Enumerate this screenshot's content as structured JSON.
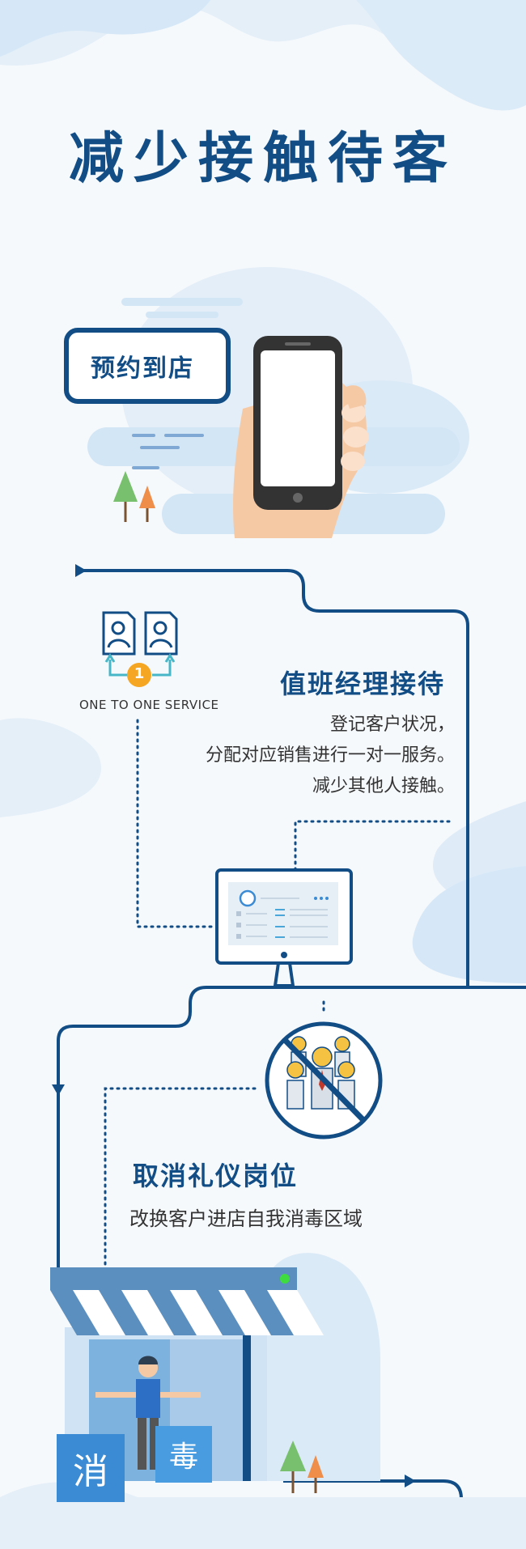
{
  "title": "减少接触待客",
  "appointment": {
    "label": "预约到店",
    "phone_icon": "smartphone-in-hand-icon"
  },
  "service": {
    "icon": "one-to-one-service-icon",
    "badge_number": "1",
    "caption": "ONE TO ONE SERVICE",
    "title": "值班经理接待",
    "description": [
      "登记客户状况，",
      "分配对应销售进行一对一服务。",
      "减少其他人接触。"
    ],
    "monitor_icon": "computer-monitor-icon"
  },
  "etiquette": {
    "icon": "no-crowd-icon",
    "title": "取消礼仪岗位",
    "description": "改换客户进店自我消毒区域"
  },
  "store": {
    "icon": "storefront-icon",
    "sign_left": "消",
    "sign_right": "毒"
  },
  "colors": {
    "primary": "#124d86",
    "accent_blue": "#3a8bd4",
    "light_blue": "#d6e8f7",
    "badge_orange": "#f5a623"
  }
}
